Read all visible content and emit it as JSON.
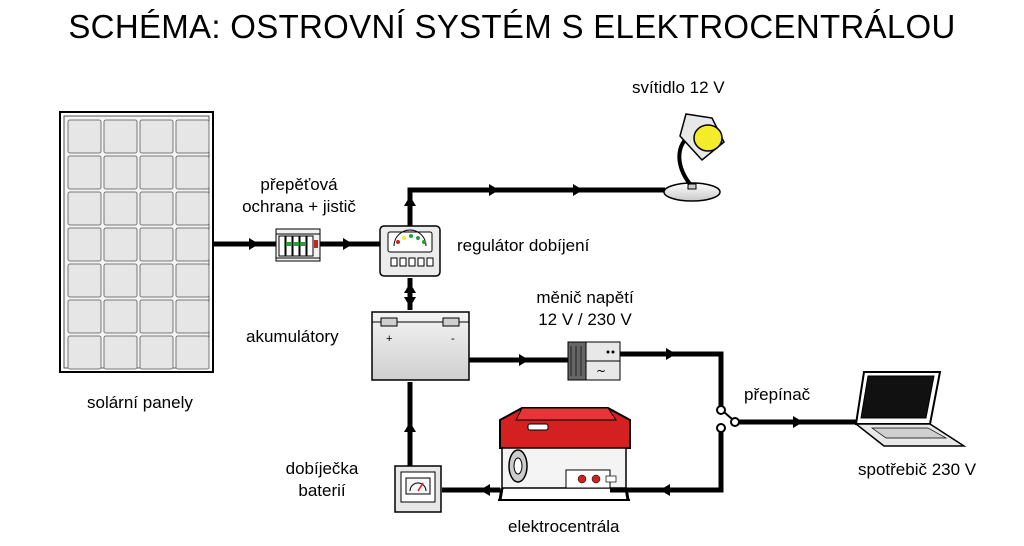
{
  "title": "SCHÉMA: OSTROVNÍ SYSTÉM S ELEKTROCENTRÁLOU",
  "labels": {
    "lamp": "svítidlo 12 V",
    "surge_line1": "přepěťová",
    "surge_line2": "ochrana + jistič",
    "regulator": "regulátor dobíjení",
    "inverter_line1": "měnič napětí",
    "inverter_line2": "12 V / 230 V",
    "batteries": "akumulátory",
    "solar": "solární panely",
    "switch": "přepínač",
    "charger_line1": "dobíječka",
    "charger_line2": "baterií",
    "load": "spotřebič 230 V",
    "generator": "elektrocentrála"
  },
  "colors": {
    "line": "#000000",
    "generator_red": "#d42020",
    "lamp_yellow": "#f2ec2a",
    "panel_cell": "#e6e6e6",
    "led_green": "#2a9d3a",
    "led_red": "#cc2222"
  }
}
